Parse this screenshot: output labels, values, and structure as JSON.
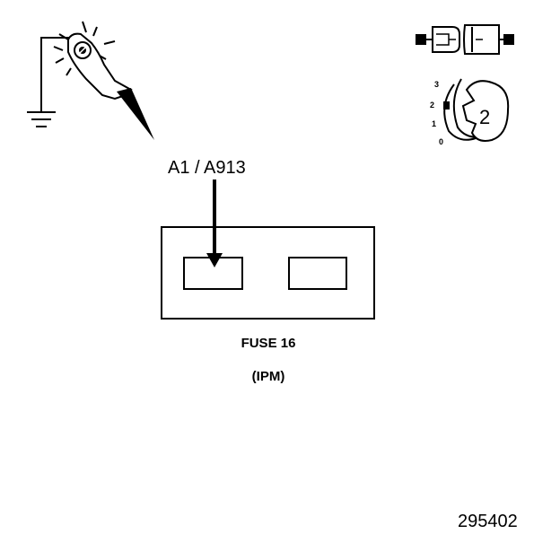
{
  "probe_label": "A1 / A913",
  "fuse_label": "FUSE 16",
  "module_label": "(IPM)",
  "ignition": {
    "positions": [
      "3",
      "2",
      "1",
      "0"
    ],
    "key_position": "2"
  },
  "figure_id": "295402"
}
